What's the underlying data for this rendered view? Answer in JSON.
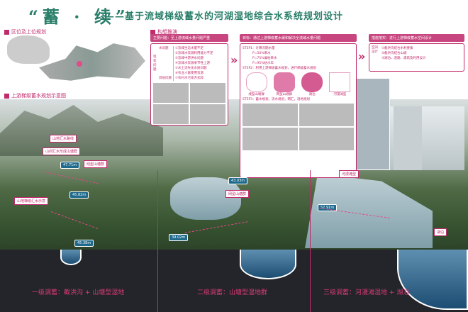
{
  "title": {
    "main": "“蓄 · 续”",
    "subtitle": "——基于流域梯级蓄水的河湖湿地综合水系统规划设计"
  },
  "sections": {
    "location": "区位及上位规划",
    "upstream": "上游梯级蓄水规划示意图",
    "concept": "构想推演"
  },
  "panel1": {
    "header": "主要问题：至上游流域水量问题严重",
    "root": "现状问题",
    "branches": [
      "水问题",
      "其他问题"
    ],
    "items": [
      "①流域生态水量不足",
      "②流域水资源利用能力不足",
      "③流域中游洪水问题",
      "④流域水资源季节性上游",
      "⑤水土流失化水质问题",
      "⑥农业人畜使用资源",
      "⑦农村水污染方式较"
    ]
  },
  "panel2": {
    "header": "目标：通过上游梯级蓄水缓和解决全流域水量问题",
    "step1": "STEP1：计算汛期水量",
    "step1_items": [
      "P=50%来水",
      "P=75%偏枯来水",
      "P=95%枯水年"
    ],
    "step2": "STEP2：利用上游梯级蓄水规划，进行梯级蓄水规划",
    "step2_items": [
      "线型山塘群",
      "网型山塘群",
      "湖泊",
      "河漫滩型"
    ],
    "step3": "STEP3：蓄水规划，流水规划，网汇，湿地规划"
  },
  "panel3": {
    "header": "措施落实：进行上游梯级蓄水空间设计",
    "root": "空间设计",
    "items": [
      "①截洪沟结合水利要素",
      "②截洪沟结合山塘",
      "③湖泊、道路、建筑及利用设计"
    ]
  },
  "scene": {
    "elevations": [
      "47.71m",
      "45.82m",
      "45.38m",
      "43.03m",
      "39.02m",
      "57.91m"
    ],
    "labels": [
      "线型山塘群",
      "网型山塘群",
      "河漫滩型",
      "湖泊",
      "山地汇水路线",
      "山间汇水形成山塘群",
      "山地梯级汇水示意"
    ]
  },
  "bottom": [
    "一级调蓄：截洪沟 + 山塘型湿地",
    "二级调蓄：山塘型湿地群",
    "三级调蓄：河漫滩湿地 + 湖泊"
  ],
  "colors": {
    "accent": "#c22a6c",
    "title": "#2a7f6a",
    "dark": "#23252a",
    "water": "#1c4d72"
  }
}
